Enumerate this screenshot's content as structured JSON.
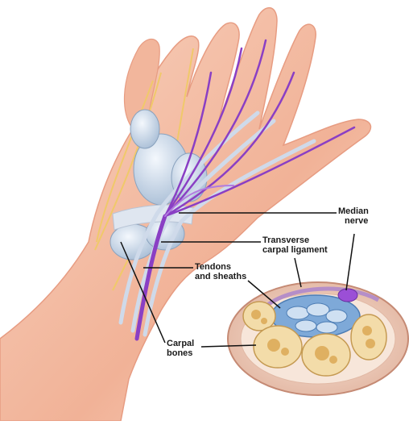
{
  "labels": {
    "median_nerve": [
      "Median",
      "nerve"
    ],
    "transverse_carpal_ligament": [
      "Transverse",
      "carpal ligament"
    ],
    "tendons_and_sheaths": [
      "Tendons",
      "and sheaths"
    ],
    "carpal_bones": [
      "Carpal",
      "bones"
    ]
  },
  "colors": {
    "skin": "#f3b9a0",
    "skin_dark": "#e08a6e",
    "nerve": "#8a3fc4",
    "nerve_light": "#b27be0",
    "ulnar_nerve": "#f0c96a",
    "bone": "#c9d6e6",
    "tendon": "#a9c7e4",
    "marrow": "#d9a24a",
    "leader": "#111111"
  }
}
